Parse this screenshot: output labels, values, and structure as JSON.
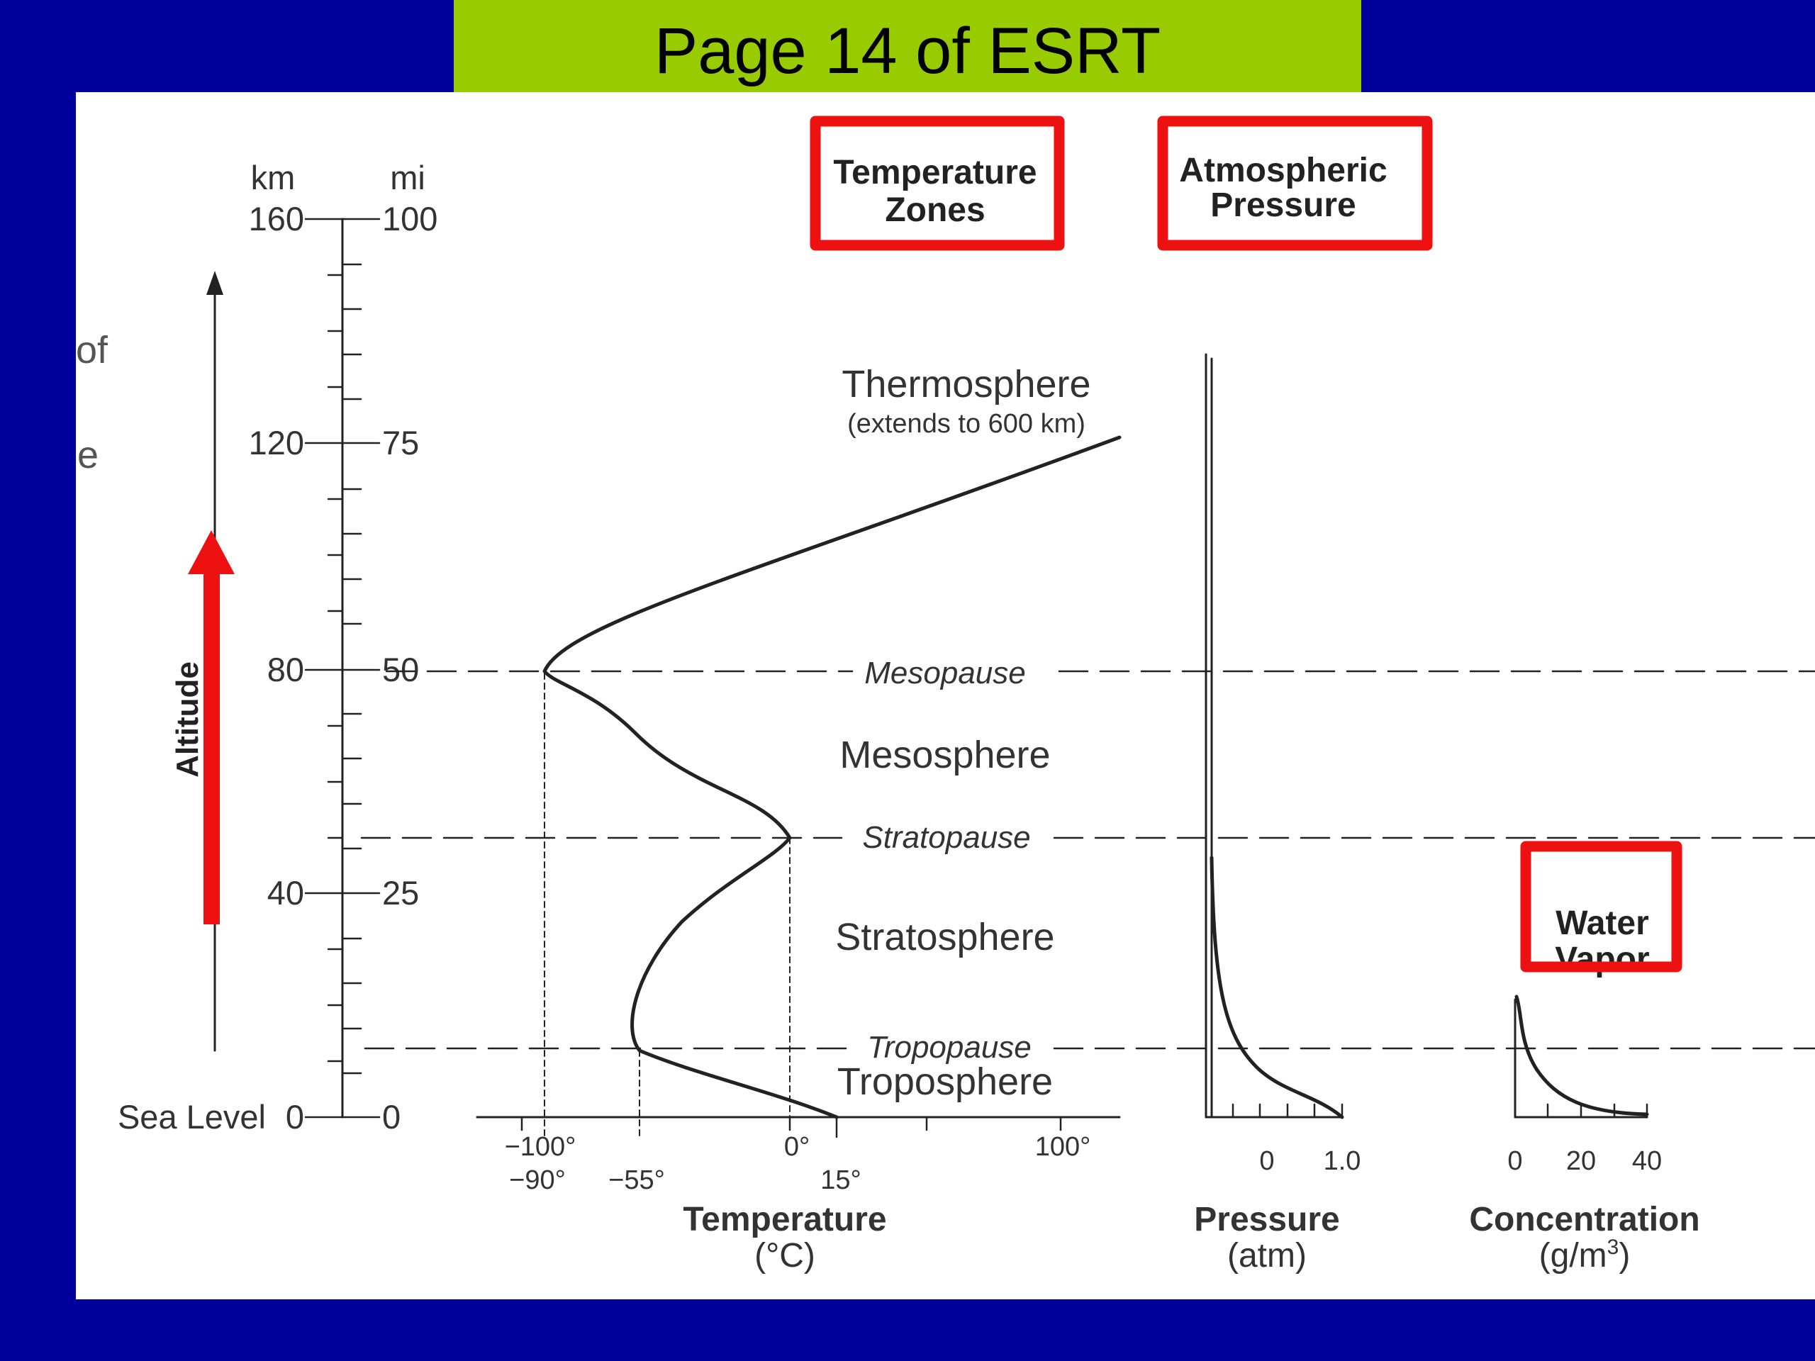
{
  "slide_title": "Page 14 of ESRT",
  "margin_fragments": [
    "of",
    "e"
  ],
  "altitude_scale": {
    "km_label": "km",
    "mi_label": "mi",
    "km_ticks": [
      "160",
      "120",
      "80",
      "40",
      "0"
    ],
    "mi_ticks": [
      "100",
      "75",
      "50",
      "25",
      "0"
    ],
    "sea_level_label": "Sea Level",
    "axis_title": "Altitude"
  },
  "boxed_headings": {
    "temperature_zones": [
      "Temperature",
      "Zones"
    ],
    "atmospheric_pressure": [
      "Atmospheric",
      "Pressure"
    ],
    "water_vapor": [
      "Water",
      "Vapor"
    ]
  },
  "zones": {
    "thermosphere": "Thermosphere",
    "thermosphere_note": "(extends to 600 km)",
    "mesopause": "Mesopause",
    "mesosphere": "Mesosphere",
    "stratopause": "Stratopause",
    "stratosphere": "Stratosphere",
    "tropopause": "Tropopause",
    "troposphere": "Troposphere"
  },
  "temperature_axis": {
    "upper_ticks": [
      "−100°",
      "0°",
      "100°"
    ],
    "lower_ticks": [
      "−90°",
      "−55°",
      "15°"
    ],
    "title": "Temperature",
    "unit": "(°C)"
  },
  "pressure_axis": {
    "ticks": [
      "0",
      "1.0"
    ],
    "title": "Pressure",
    "unit": "(atm)"
  },
  "water_vapor_axis": {
    "ticks": [
      "0",
      "20",
      "40"
    ],
    "title": "Concentration",
    "unit_base": "(g/m",
    "unit_sup": "3",
    "unit_end": ")"
  },
  "colors": {
    "background": "#00009a",
    "title_bar": "#99cc00",
    "highlight": "#ee1111",
    "ink": "#222222"
  }
}
